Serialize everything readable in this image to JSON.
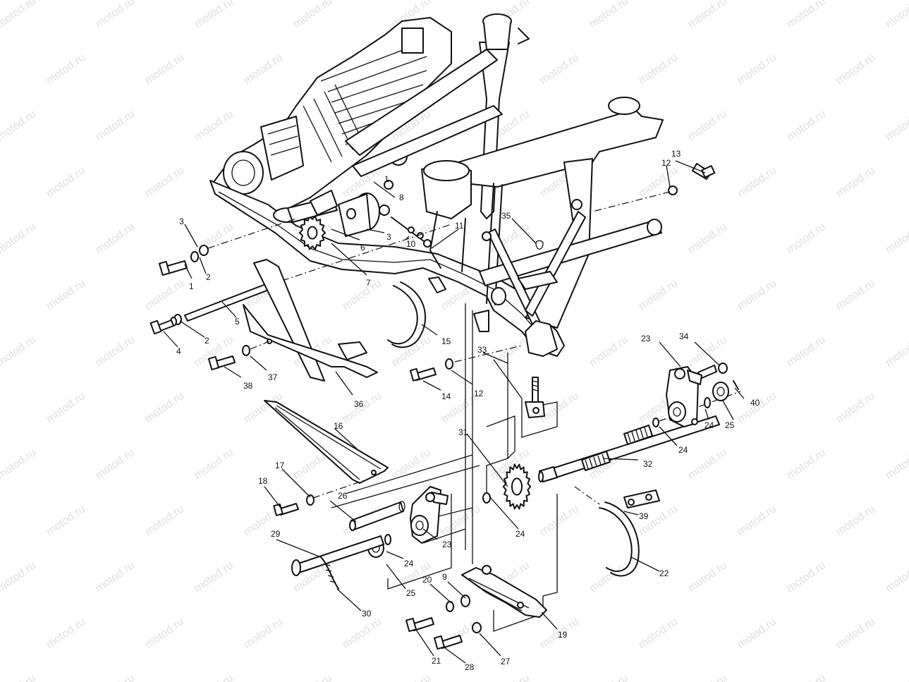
{
  "watermark": "motod.ru",
  "callouts": [
    "1",
    "2",
    "3",
    "4",
    "5",
    "6",
    "7",
    "8",
    "9",
    "10",
    "11",
    "12",
    "13",
    "14",
    "15",
    "16",
    "17",
    "18",
    "19",
    "20",
    "21",
    "22",
    "23",
    "24",
    "25",
    "26",
    "27",
    "28",
    "29",
    "30",
    "31",
    "32",
    "33",
    "34",
    "35",
    "36",
    "37",
    "38",
    "39",
    "40"
  ]
}
